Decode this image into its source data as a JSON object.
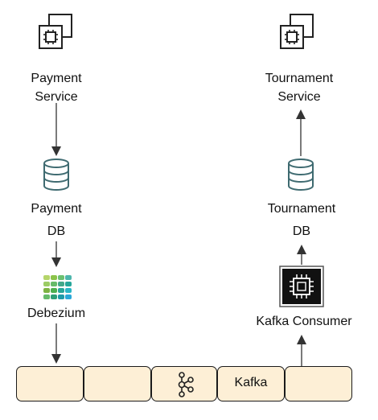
{
  "nodes": {
    "payment_service": {
      "line1": "Payment",
      "line2": "Service",
      "icon": "service-instance-icon"
    },
    "payment_db": {
      "line1": "Payment",
      "line2": "DB",
      "icon": "database-icon"
    },
    "debezium": {
      "label": "Debezium",
      "icon": "debezium-logo"
    },
    "tournament_service": {
      "line1": "Tournament",
      "line2": "Service",
      "icon": "service-instance-icon"
    },
    "tournament_db": {
      "line1": "Tournament",
      "line2": "DB",
      "icon": "database-icon"
    },
    "kafka_consumer": {
      "label": "Kafka Consumer",
      "icon": "chip-icon"
    }
  },
  "kafka_bar": {
    "label": "Kafka",
    "icon": "kafka-icon",
    "segment_count": 5
  },
  "colors": {
    "kafka_fill": "#fdefd6",
    "db_stroke": "#3e6a70",
    "arrow": "#333333",
    "debezium_green": "#8bc34a",
    "debezium_teal": "#26a69a"
  }
}
